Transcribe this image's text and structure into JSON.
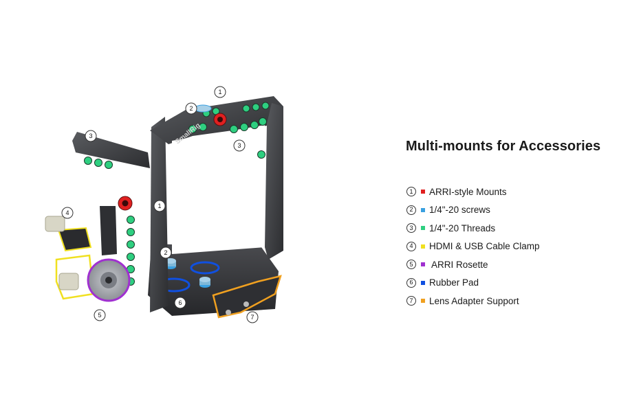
{
  "title": "Multi-mounts for Accessories",
  "brand": "SmallRig",
  "legend": [
    {
      "num": "1",
      "label": "ARRI-style Mounts",
      "color": "#e02020"
    },
    {
      "num": "2",
      "label": "1/4\"-20 screws",
      "color": "#3aa0e0"
    },
    {
      "num": "3",
      "label": "1/4\"-20 Threads",
      "color": "#2ecf80"
    },
    {
      "num": "4",
      "label": "HDMI & USB Cable Clamp",
      "color": "#f0e020"
    },
    {
      "num": "5",
      "label": "ARRI Rosette",
      "color": "#a030d0"
    },
    {
      "num": "6",
      "label": "Rubber Pad",
      "color": "#1050e0"
    },
    {
      "num": "7",
      "label": "Lens Adapter Support",
      "color": "#f0a020"
    }
  ],
  "callouts": [
    "1",
    "2",
    "3",
    "3",
    "1",
    "4",
    "2",
    "6",
    "5",
    "7"
  ]
}
